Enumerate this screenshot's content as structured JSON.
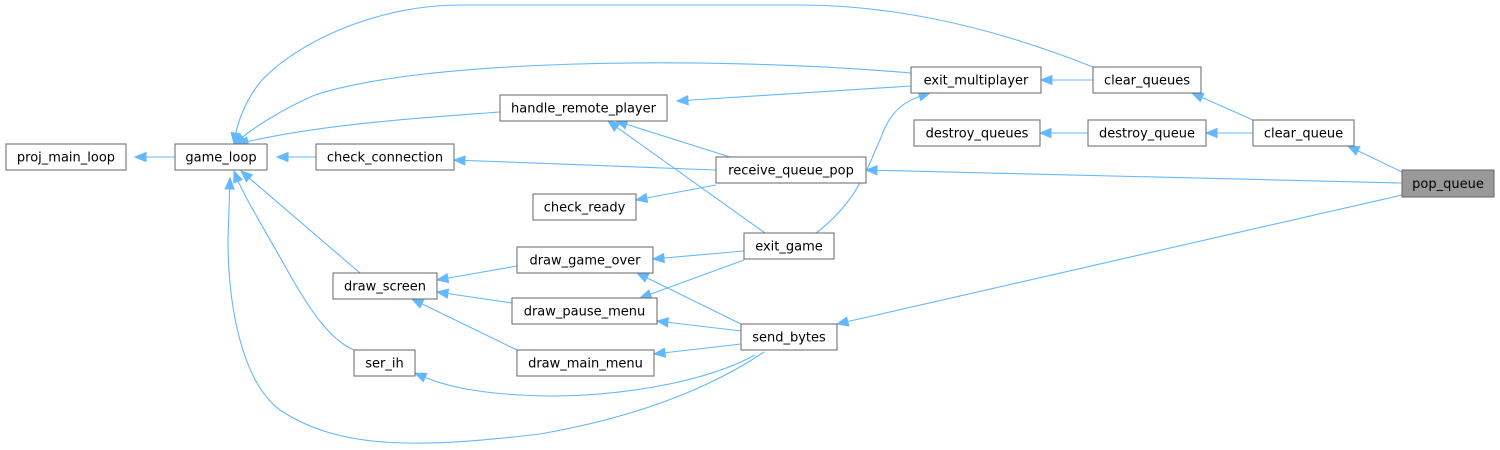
{
  "graph": {
    "title": "",
    "focus": "pop_queue",
    "nodes": [
      {
        "id": "proj_main_loop",
        "label": "proj_main_loop"
      },
      {
        "id": "game_loop",
        "label": "game_loop"
      },
      {
        "id": "check_connection",
        "label": "check_connection"
      },
      {
        "id": "handle_remote_player",
        "label": "handle_remote_player"
      },
      {
        "id": "check_ready",
        "label": "check_ready"
      },
      {
        "id": "draw_screen",
        "label": "draw_screen"
      },
      {
        "id": "ser_ih",
        "label": "ser_ih"
      },
      {
        "id": "draw_game_over",
        "label": "draw_game_over"
      },
      {
        "id": "draw_pause_menu",
        "label": "draw_pause_menu"
      },
      {
        "id": "draw_main_menu",
        "label": "draw_main_menu"
      },
      {
        "id": "receive_queue_pop",
        "label": "receive_queue_pop"
      },
      {
        "id": "exit_game",
        "label": "exit_game"
      },
      {
        "id": "send_bytes",
        "label": "send_bytes"
      },
      {
        "id": "exit_multiplayer",
        "label": "exit_multiplayer"
      },
      {
        "id": "destroy_queues",
        "label": "destroy_queues"
      },
      {
        "id": "clear_queues",
        "label": "clear_queues"
      },
      {
        "id": "destroy_queue",
        "label": "destroy_queue"
      },
      {
        "id": "clear_queue",
        "label": "clear_queue"
      },
      {
        "id": "pop_queue",
        "label": "pop_queue"
      }
    ],
    "edges": [
      {
        "from": "game_loop",
        "to": "proj_main_loop"
      },
      {
        "from": "check_connection",
        "to": "game_loop"
      },
      {
        "from": "handle_remote_player",
        "to": "game_loop"
      },
      {
        "from": "exit_multiplayer",
        "to": "game_loop"
      },
      {
        "from": "clear_queues",
        "to": "game_loop"
      },
      {
        "from": "draw_screen",
        "to": "game_loop"
      },
      {
        "from": "ser_ih",
        "to": "game_loop"
      },
      {
        "from": "send_bytes",
        "to": "game_loop"
      },
      {
        "from": "exit_multiplayer",
        "to": "handle_remote_player"
      },
      {
        "from": "receive_queue_pop",
        "to": "handle_remote_player"
      },
      {
        "from": "exit_game",
        "to": "handle_remote_player"
      },
      {
        "from": "receive_queue_pop",
        "to": "check_connection"
      },
      {
        "from": "receive_queue_pop",
        "to": "check_ready"
      },
      {
        "from": "draw_game_over",
        "to": "draw_screen"
      },
      {
        "from": "draw_pause_menu",
        "to": "draw_screen"
      },
      {
        "from": "draw_main_menu",
        "to": "draw_screen"
      },
      {
        "from": "exit_game",
        "to": "draw_game_over"
      },
      {
        "from": "exit_game",
        "to": "draw_pause_menu"
      },
      {
        "from": "send_bytes",
        "to": "draw_game_over"
      },
      {
        "from": "send_bytes",
        "to": "draw_pause_menu"
      },
      {
        "from": "send_bytes",
        "to": "draw_main_menu"
      },
      {
        "from": "send_bytes",
        "to": "ser_ih"
      },
      {
        "from": "exit_game",
        "to": "exit_multiplayer"
      },
      {
        "from": "clear_queues",
        "to": "exit_multiplayer"
      },
      {
        "from": "destroy_queue",
        "to": "destroy_queues"
      },
      {
        "from": "clear_queue",
        "to": "clear_queues"
      },
      {
        "from": "clear_queue",
        "to": "destroy_queue"
      },
      {
        "from": "pop_queue",
        "to": "clear_queue"
      },
      {
        "from": "pop_queue",
        "to": "receive_queue_pop"
      },
      {
        "from": "pop_queue",
        "to": "send_bytes"
      }
    ]
  },
  "colors": {
    "edge": "#63b8ff",
    "node_border": "#666666",
    "focus_fill": "#999999"
  }
}
